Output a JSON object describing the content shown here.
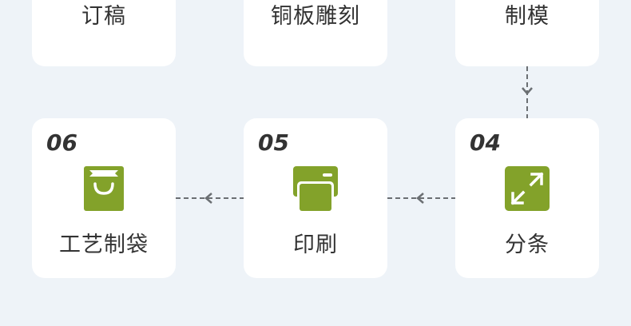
{
  "steps_top": [
    {
      "label": "订稿"
    },
    {
      "label": "铜板雕刻"
    },
    {
      "label": "制模"
    }
  ],
  "steps_bottom": [
    {
      "number": "06",
      "label": "工艺制袋",
      "icon": "shopping-bag-icon"
    },
    {
      "number": "05",
      "label": "印刷",
      "icon": "printer-icon"
    },
    {
      "number": "04",
      "label": "分条",
      "icon": "expand-arrows-icon"
    }
  ],
  "colors": {
    "background": "#eef3f8",
    "card": "#ffffff",
    "accent": "#83a22a",
    "text": "#333333",
    "connector": "#6b6f73"
  }
}
